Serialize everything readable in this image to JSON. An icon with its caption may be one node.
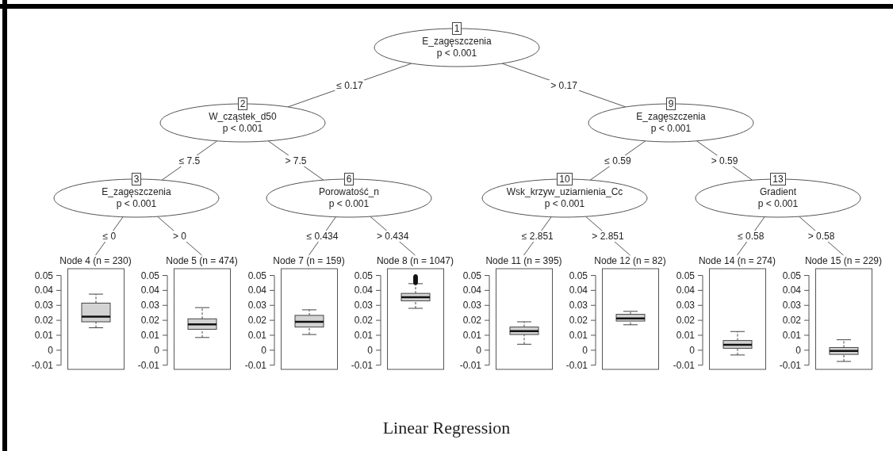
{
  "diagram": {
    "caption": "Linear Regression",
    "nodes": [
      {
        "text": [
          "1",
          "E_zagęszczenia",
          "p < 0.001"
        ]
      },
      {
        "text": [
          "2",
          "W_cząstek_d50",
          "p < 0.001"
        ]
      },
      {
        "text": [
          "9",
          "E_zagęszczenia",
          "p < 0.001"
        ]
      },
      {
        "text": [
          "3",
          "E_zagęszczenia",
          "p < 0.001"
        ]
      },
      {
        "text": [
          "6",
          "Porowatość_n",
          "p < 0.001"
        ]
      },
      {
        "text": [
          "10",
          "Wsk_krzyw_uziarnienia_Cc",
          "p < 0.001"
        ]
      },
      {
        "text": [
          "13",
          "Gradient",
          "p < 0.001"
        ]
      },
      {
        "text": [
          "Node 4 (n = 230)"
        ],
        "beside": [
          "0.05",
          "0.04",
          "0.03",
          "0.02",
          "0.01",
          "0",
          "-0.01"
        ]
      },
      {
        "text": [
          "Node 5 (n = 474)"
        ],
        "beside": [
          "0.05",
          "0.04",
          "0.03",
          "0.02",
          "0.01",
          "0",
          "-0.01"
        ]
      },
      {
        "text": [
          "Node 7 (n = 159)"
        ],
        "beside": [
          "0.05",
          "0.04",
          "0.03",
          "0.02",
          "0.01",
          "0",
          "-0.01"
        ]
      },
      {
        "text": [
          "Node 8 (n = 1047)"
        ],
        "beside": [
          "0.05",
          "0.04",
          "0.03",
          "0.02",
          "0.01",
          "0",
          "-0.01"
        ]
      },
      {
        "text": [
          "Node 11 (n = 395)"
        ],
        "beside": [
          "0.05",
          "0.04",
          "0.03",
          "0.02",
          "0.01",
          "0",
          "-0.01"
        ]
      },
      {
        "text": [
          "Node 12 (n = 82)"
        ],
        "beside": [
          "0.05",
          "0.04",
          "0.03",
          "0.02",
          "0.01",
          "0",
          "-0.01"
        ]
      },
      {
        "text": [
          "Node 14 (n = 274)"
        ],
        "beside": [
          "0.05",
          "0.04",
          "0.03",
          "0.02",
          "0.01",
          "0",
          "-0.01"
        ]
      },
      {
        "text": [
          "Node 15 (n = 229)"
        ],
        "beside": [
          "0.05",
          "0.04",
          "0.03",
          "0.02",
          "0.01",
          "0",
          "-0.01"
        ]
      }
    ],
    "edges": [
      {
        "from": 0,
        "to": 1,
        "arrow": "none",
        "label": "≤ 0.17"
      },
      {
        "from": 0,
        "to": 2,
        "arrow": "none",
        "label": "> 0.17"
      },
      {
        "from": 1,
        "to": 3,
        "arrow": "none",
        "label": "≤ 7.5"
      },
      {
        "from": 1,
        "to": 4,
        "arrow": "none",
        "label": "> 7.5"
      },
      {
        "from": 2,
        "to": 5,
        "arrow": "none",
        "label": "≤ 0.59"
      },
      {
        "from": 2,
        "to": 6,
        "arrow": "none",
        "label": "> 0.59"
      },
      {
        "from": 3,
        "to": 7,
        "arrow": "none",
        "label": "≤ 0"
      },
      {
        "from": 3,
        "to": 8,
        "arrow": "none",
        "label": "> 0"
      },
      {
        "from": 4,
        "to": 9,
        "arrow": "none",
        "label": "≤ 0.434"
      },
      {
        "from": 4,
        "to": 10,
        "arrow": "none",
        "label": "> 0.434"
      },
      {
        "from": 5,
        "to": 11,
        "arrow": "none",
        "label": "≤ 2.851"
      },
      {
        "from": 5,
        "to": 12,
        "arrow": "none",
        "label": "> 2.851"
      },
      {
        "from": 6,
        "to": 13,
        "arrow": "none",
        "label": "≤ 0.58"
      },
      {
        "from": 6,
        "to": 14,
        "arrow": "none",
        "label": "> 0.58"
      }
    ]
  }
}
